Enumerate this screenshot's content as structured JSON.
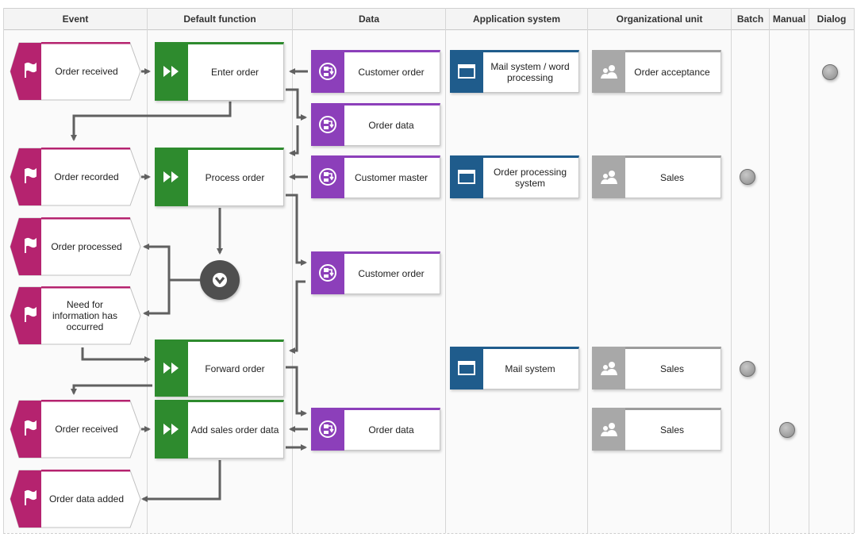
{
  "headers": {
    "event": "Event",
    "function": "Default function",
    "data": "Data",
    "application": "Application system",
    "org": "Organizational unit",
    "batch": "Batch",
    "manual": "Manual",
    "dialog": "Dialog"
  },
  "events": [
    "Order received",
    "Order recorded",
    "Order processed",
    "Need for information has occurred",
    "Order received",
    "Order data added"
  ],
  "functions": [
    "Enter order",
    "Process order",
    "Forward order",
    "Add sales order data"
  ],
  "data_objects": [
    "Customer order",
    "Order data",
    "Customer master",
    "Customer order",
    "Order data"
  ],
  "applications": [
    "Mail system / word processing",
    "Order processing system",
    "Mail system"
  ],
  "org_units": [
    "Order acceptance",
    "Sales",
    "Sales",
    "Sales"
  ],
  "processing_types": [
    {
      "row": "Enter order",
      "mode": "Dialog"
    },
    {
      "row": "Process order",
      "mode": "Batch"
    },
    {
      "row": "Forward order",
      "mode": "Batch"
    },
    {
      "row": "Add sales order data",
      "mode": "Manual"
    }
  ],
  "icons": {
    "event": "flag-icon",
    "function": "fast-forward-icon",
    "data": "data-flow-icon",
    "application": "window-icon",
    "org": "people-icon",
    "connector": "xor-chevron-icon"
  },
  "colors": {
    "event": "#b5236f",
    "function": "#2e8b2e",
    "data": "#8c3fba",
    "application": "#1f5c8c",
    "org": "#a8a8a8",
    "arrow": "#606060"
  }
}
